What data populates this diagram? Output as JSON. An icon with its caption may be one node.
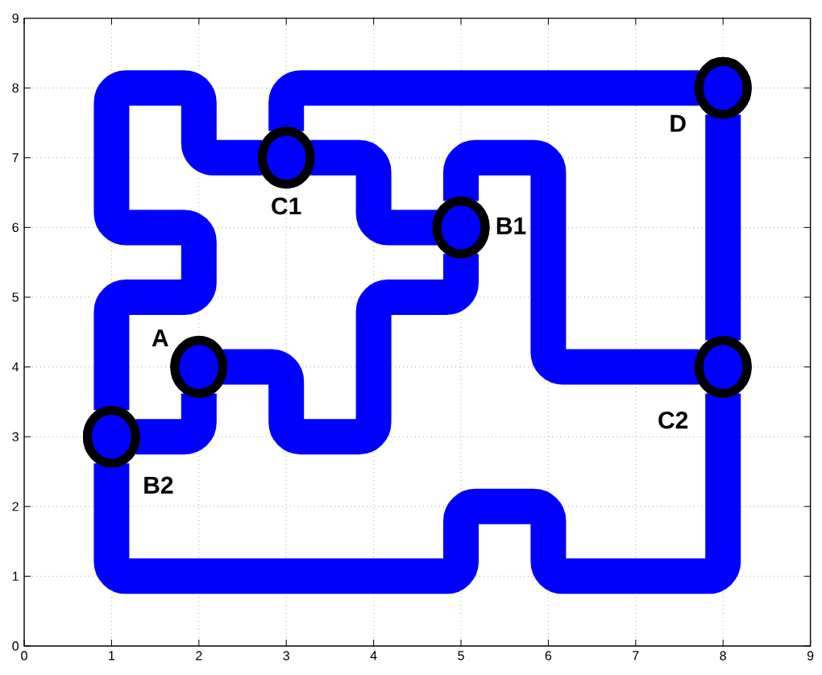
{
  "diagram": {
    "nodes": [
      {
        "text": [
          "D"
        ]
      },
      {
        "text": [
          "C1"
        ]
      },
      {
        "text": [
          "B1"
        ]
      },
      {
        "text": [
          "A"
        ]
      },
      {
        "text": [
          "C2"
        ]
      },
      {
        "text": [
          "B2"
        ]
      }
    ],
    "edges": [
      {
        "from": 5,
        "to": 3,
        "arrow": "none"
      },
      {
        "from": 3,
        "to": 2,
        "arrow": "none"
      },
      {
        "from": 2,
        "to": 1,
        "arrow": "none"
      },
      {
        "from": 1,
        "to": 5,
        "arrow": "none"
      },
      {
        "from": 1,
        "to": 0,
        "arrow": "none"
      },
      {
        "from": 0,
        "to": 4,
        "arrow": "none"
      },
      {
        "from": 2,
        "to": 4,
        "arrow": "none"
      },
      {
        "from": 4,
        "to": 5,
        "arrow": "none"
      }
    ],
    "labels": [
      "9",
      "8",
      "7",
      "6",
      "5",
      "4",
      "3",
      "2",
      "1",
      "0",
      "0",
      "1",
      "2",
      "3",
      "4",
      "5",
      "6",
      "7",
      "8",
      "9"
    ]
  }
}
